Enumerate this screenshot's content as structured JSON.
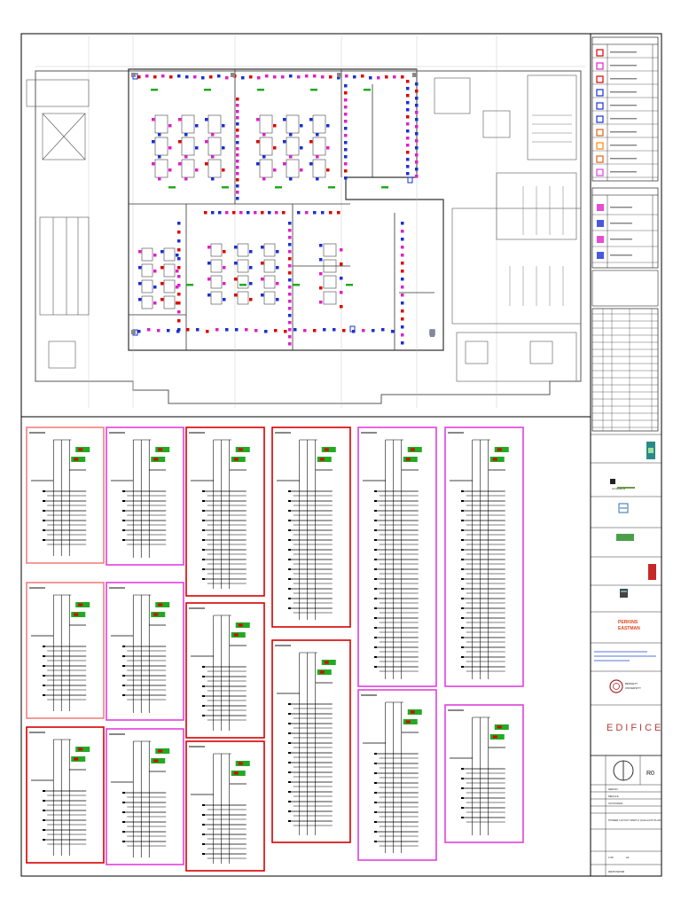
{
  "title_block": {
    "rev": "R0",
    "drawing_code_1": "HEDAO",
    "drawing_code_2": "MECH E",
    "date": "XX/XX/2024",
    "drawing_title": "POWER LAYOUT PART-II (CALLOUT PLAN)",
    "scale_1": "1:50",
    "scale_2": "A1",
    "drawing_no": "DR/POW/000",
    "pmc_logo_text_1": "PERKINS",
    "pmc_logo_text_2": "EASTMAN",
    "client_logo_text_1": "BENNETT",
    "client_logo_text_2": "UNIVERSITY",
    "contractor_name": "EDIFICE",
    "consultant_name": "consultants"
  },
  "colors": {
    "frame": "#000000",
    "plan_line": "#555555",
    "blue_device": "#1a2fd6",
    "magenta_device": "#e020c8",
    "red_device": "#e00000",
    "green_label": "#22aa22",
    "salmon_box": "#f08080",
    "red_box": "#d60000",
    "magenta_box": "#e040e0",
    "edifice": "#b43c3c"
  }
}
